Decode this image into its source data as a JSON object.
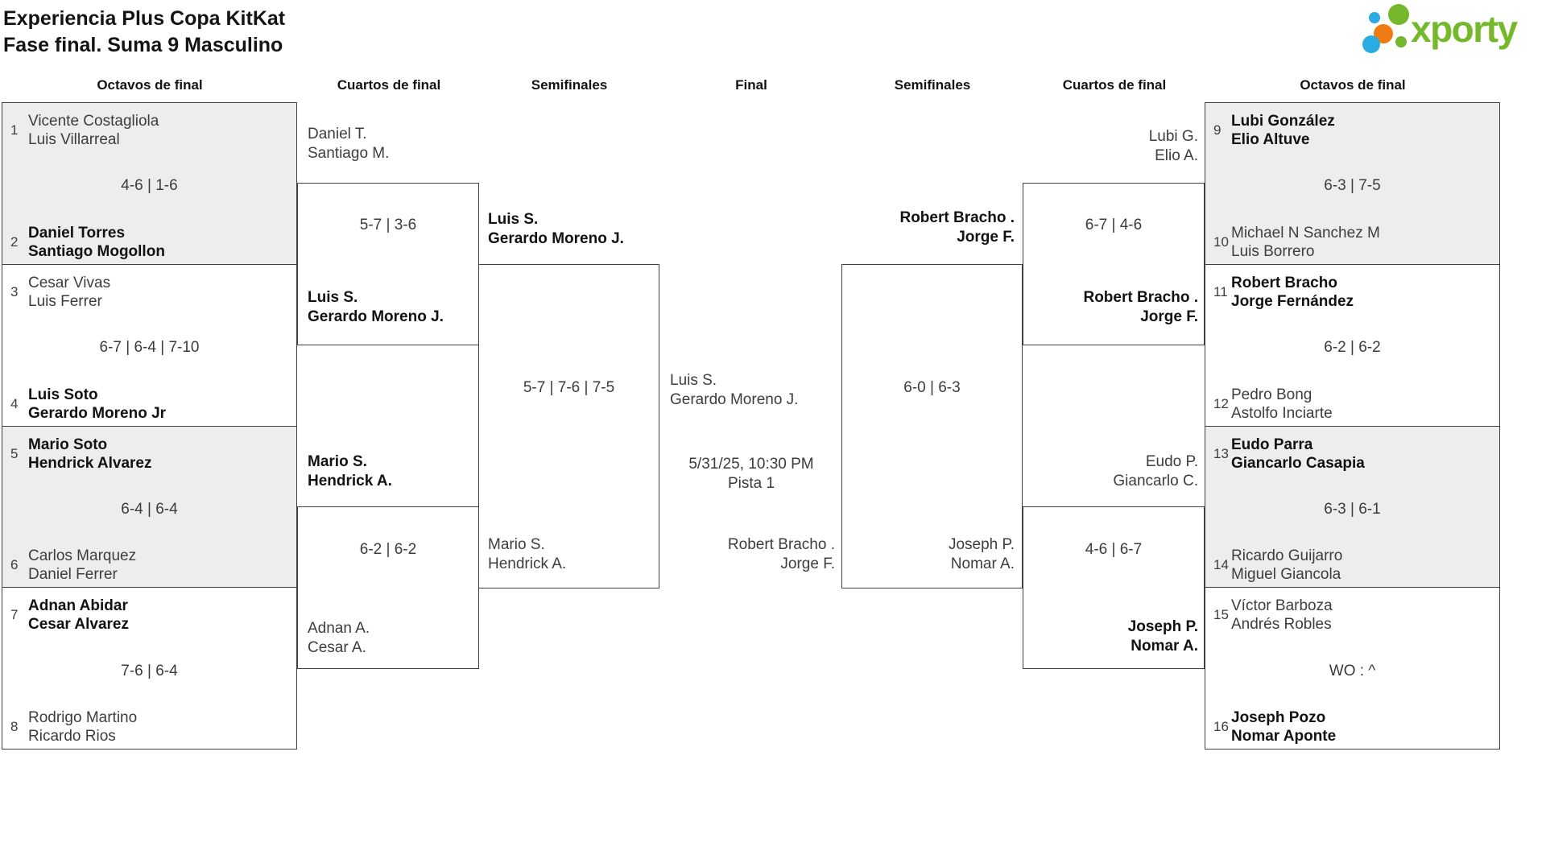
{
  "title": {
    "line1": "Experiencia Plus Copa KitKat",
    "line2": "Fase final. Suma 9 Masculino"
  },
  "logo": {
    "text": "xporty",
    "green": "#75b82b",
    "blue": "#2aabe2",
    "orange": "#ee7c12"
  },
  "headers": [
    "Octavos de final",
    "Cuartos de final",
    "Semifinales",
    "Final",
    "Semifinales",
    "Cuartos de final",
    "Octavos de final"
  ],
  "r16_left": [
    {
      "s1": "1",
      "t1a": "Vicente Costagliola",
      "t1b": "Luis Villarreal",
      "w1": false,
      "score": "4-6 | 1-6",
      "s2": "2",
      "t2a": "Daniel Torres",
      "t2b": "Santiago Mogollon",
      "w2": true
    },
    {
      "s1": "3",
      "t1a": "Cesar Vivas",
      "t1b": "Luis Ferrer",
      "w1": false,
      "score": "6-7 | 6-4 | 7-10",
      "s2": "4",
      "t2a": "Luis Soto",
      "t2b": "Gerardo Moreno Jr",
      "w2": true
    },
    {
      "s1": "5",
      "t1a": "Mario Soto",
      "t1b": "Hendrick Alvarez",
      "w1": true,
      "score": "6-4 | 6-4",
      "s2": "6",
      "t2a": "Carlos Marquez",
      "t2b": "Daniel Ferrer",
      "w2": false
    },
    {
      "s1": "7",
      "t1a": "Adnan Abidar",
      "t1b": "Cesar Alvarez",
      "w1": true,
      "score": "7-6 | 6-4",
      "s2": "8",
      "t2a": "Rodrigo Martino",
      "t2b": "Ricardo Rios",
      "w2": false
    }
  ],
  "r16_right": [
    {
      "s1": "9",
      "t1a": "Lubi González",
      "t1b": "Elio Altuve",
      "w1": true,
      "score": "6-3 | 7-5",
      "s2": "10",
      "t2a": "Michael N Sanchez M",
      "t2b": "Luis Borrero",
      "w2": false
    },
    {
      "s1": "11",
      "t1a": "Robert Bracho",
      "t1b": "Jorge Fernández",
      "w1": true,
      "score": "6-2 | 6-2",
      "s2": "12",
      "t2a": "Pedro Bong",
      "t2b": "Astolfo Inciarte",
      "w2": false
    },
    {
      "s1": "13",
      "t1a": "Eudo Parra",
      "t1b": "Giancarlo Casapia",
      "w1": true,
      "score": "6-3 | 6-1",
      "s2": "14",
      "t2a": "Ricardo Guijarro",
      "t2b": "Miguel Giancola",
      "w2": false
    },
    {
      "s1": "15",
      "t1a": "Víctor Barboza",
      "t1b": "Andrés Robles",
      "w1": false,
      "score": "WO : ^",
      "s2": "16",
      "t2a": "Joseph Pozo",
      "t2b": "Nomar Aponte",
      "w2": true
    }
  ],
  "qf_left": [
    {
      "t1a": "Daniel T.",
      "t1b": "Santiago M.",
      "w1": false,
      "score": "5-7 | 3-6",
      "t2a": "Luis S.",
      "t2b": "Gerardo Moreno J.",
      "w2": true
    },
    {
      "t1a": "Mario S.",
      "t1b": "Hendrick A.",
      "w1": true,
      "score": "6-2 | 6-2",
      "t2a": "Adnan A.",
      "t2b": "Cesar A.",
      "w2": false
    }
  ],
  "sf_left": {
    "t1a": "Luis S.",
    "t1b": "Gerardo Moreno J.",
    "w1": true,
    "score": "5-7 | 7-6 | 7-5",
    "t2a": "Mario S.",
    "t2b": "Hendrick A.",
    "w2": false
  },
  "final": {
    "t1a": "Luis S.",
    "t1b": "Gerardo Moreno J.",
    "w1": false,
    "schedule": "5/31/25, 10:30 PM Pista 1",
    "t2a": "Robert Bracho .",
    "t2b": "Jorge F.",
    "w2": false
  },
  "sf_right": {
    "t1a": "Robert Bracho .",
    "t1b": "Jorge F.",
    "w1": true,
    "score": "6-0 | 6-3",
    "t2a": "Joseph P.",
    "t2b": "Nomar A.",
    "w2": false
  },
  "qf_right": [
    {
      "t1a": "Lubi G.",
      "t1b": "Elio A.",
      "w1": false,
      "score": "6-7 | 4-6",
      "t2a": "Robert Bracho .",
      "t2b": "Jorge F.",
      "w2": true
    },
    {
      "t1a": "Eudo P.",
      "t1b": "Giancarlo C.",
      "w1": false,
      "score": "4-6 | 6-7",
      "t2a": "Joseph P.",
      "t2b": "Nomar A.",
      "w2": true
    }
  ]
}
